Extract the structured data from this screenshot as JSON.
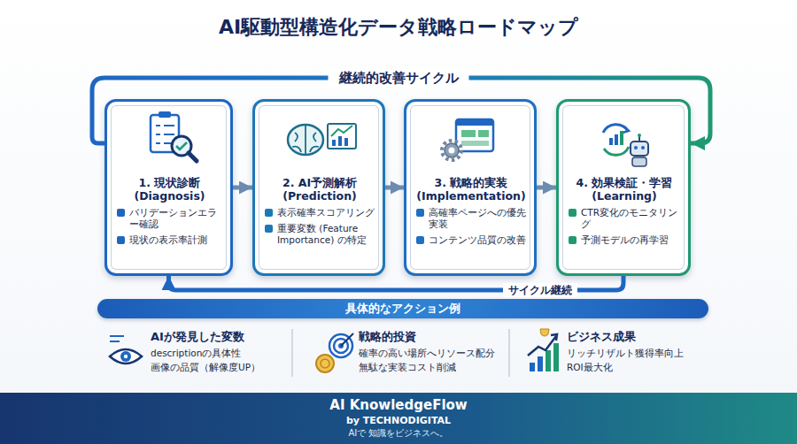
{
  "diagram": {
    "title": "AI駆動型構造化データ戦略ロードマップ",
    "nodes": [
      {
        "text": [
          "1. 現状診断 (Diagnosis)",
          "バリデーションエラー確認",
          "現状の表示率計測"
        ]
      },
      {
        "text": [
          "2. AI予測解析 (Prediction)",
          "表示確率スコアリング",
          "重要変数 (Feature Importance) の特定"
        ]
      },
      {
        "text": [
          "3. 戦略的実装 (Implementation)",
          "高確率ページへの優先実装",
          "コンテンツ品質の改善"
        ]
      },
      {
        "text": [
          "4. 効果検証・学習 (Learning)",
          "CTR変化のモニタリング",
          "予測モデルの再学習"
        ]
      },
      {
        "text": [
          "具体的なアクション例"
        ]
      },
      {
        "text": [
          "AI KnowledgeFlow",
          "by TECHNODIGITAL",
          "AIで 知識をビジネスへ。"
        ]
      }
    ],
    "edges": [
      {
        "from": 0,
        "to": 1,
        "arrow": "to"
      },
      {
        "from": 1,
        "to": 2,
        "arrow": "to"
      },
      {
        "from": 2,
        "to": 3,
        "arrow": "to"
      },
      {
        "from": 0,
        "to": 3,
        "label": "継続的改善サイクル",
        "arrow": "to"
      },
      {
        "from": 3,
        "to": 0,
        "label": "サイクル継続",
        "arrow": "to"
      }
    ],
    "labels": [
      "AIが発見した変数",
      "descriptionの具体性",
      "画像の品質（解像度UP）",
      "戦略的投資",
      "確率の高い場所へリソース配分",
      "無駄な実装コスト削減",
      "ビジネス成果",
      "リッチリザルト獲得率向上",
      "ROI最大化"
    ]
  }
}
